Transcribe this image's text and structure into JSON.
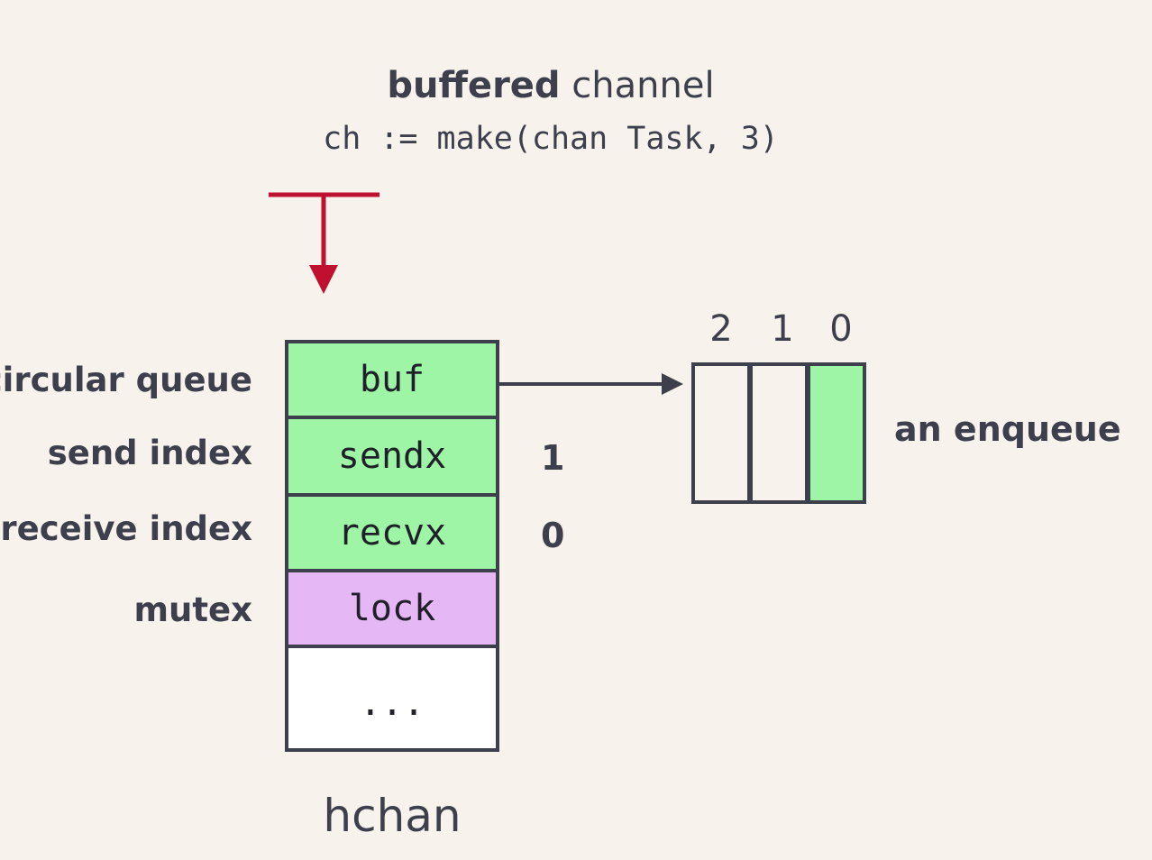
{
  "title": {
    "bold": "buffered",
    "rest": " channel"
  },
  "code": "ch := make(chan Task, 3)",
  "struct_name": "hchan",
  "fields": [
    {
      "label": "circular queue",
      "name": "buf",
      "value": ""
    },
    {
      "label": "send index",
      "name": "sendx",
      "value": "1"
    },
    {
      "label": "receive index",
      "name": "recvx",
      "value": "0"
    },
    {
      "label": "mutex",
      "name": "lock",
      "value": ""
    },
    {
      "label": "",
      "name": "...",
      "value": ""
    }
  ],
  "queue": {
    "indices": [
      "2",
      "1",
      "0"
    ],
    "filled": [
      false,
      false,
      true
    ],
    "caption": "an enqueue"
  },
  "colors": {
    "background": "#f8f2ec",
    "text": "#3d3f4d",
    "green": "#9df5a5",
    "pink": "#e6b7f5",
    "send_arrow": "#c0102f"
  }
}
